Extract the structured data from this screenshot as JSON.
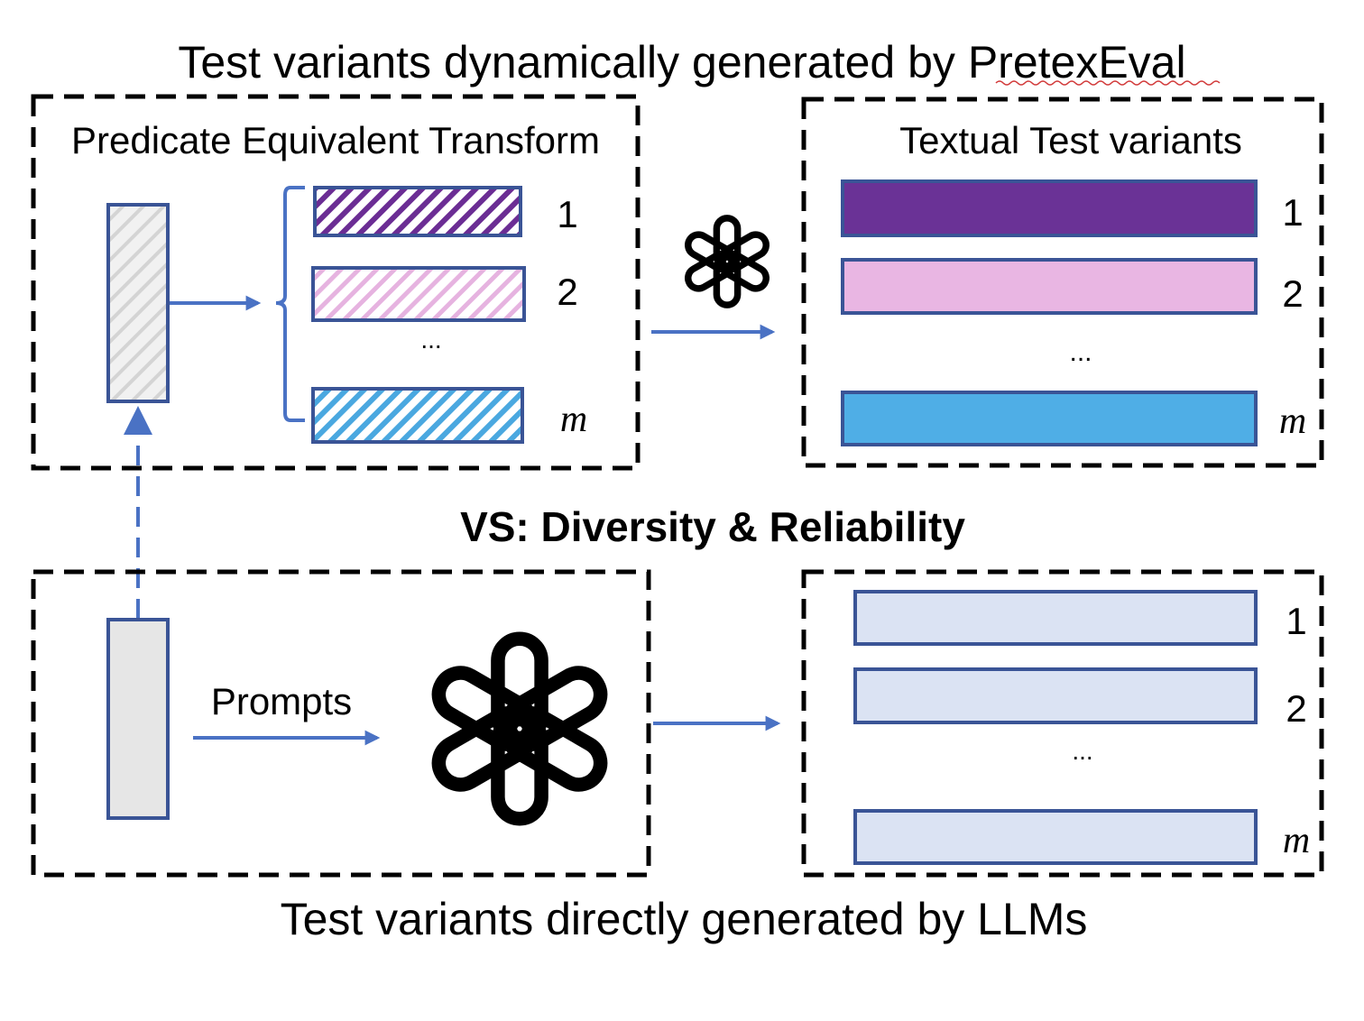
{
  "top_title": "Test variants dynamically generated by PretexEval",
  "top_title_prefix": "Test variants dynamically generated by ",
  "top_title_word": "PretexEval",
  "middle_label": "VS: Diversity & Reliability",
  "bottom_title": "Test variants directly generated by LLMs",
  "pet_box": {
    "title": "Predicate Equivalent Transform",
    "labels": [
      "1",
      "2",
      "m"
    ],
    "ellipsis": "...",
    "colors": [
      "#6b2d94",
      "#e6b3e0",
      "#4aa8e0"
    ]
  },
  "textual_box": {
    "title": "Textual Test variants",
    "labels": [
      "1",
      "2",
      "m"
    ],
    "ellipsis": "...",
    "colors": [
      "#6a3296",
      "#e9b6e3",
      "#4faee6"
    ]
  },
  "llm_box": {
    "prompts_label": "Prompts"
  },
  "direct_box": {
    "labels": [
      "1",
      "2",
      "m"
    ],
    "ellipsis": "...",
    "color": "#dbe3f3"
  },
  "colors": {
    "arrow": "#4a72c4",
    "box_border": "#3a5496",
    "source_fill": "#e6e6e6"
  },
  "icons": [
    "openai-logo-icon-small",
    "openai-logo-icon-large"
  ]
}
